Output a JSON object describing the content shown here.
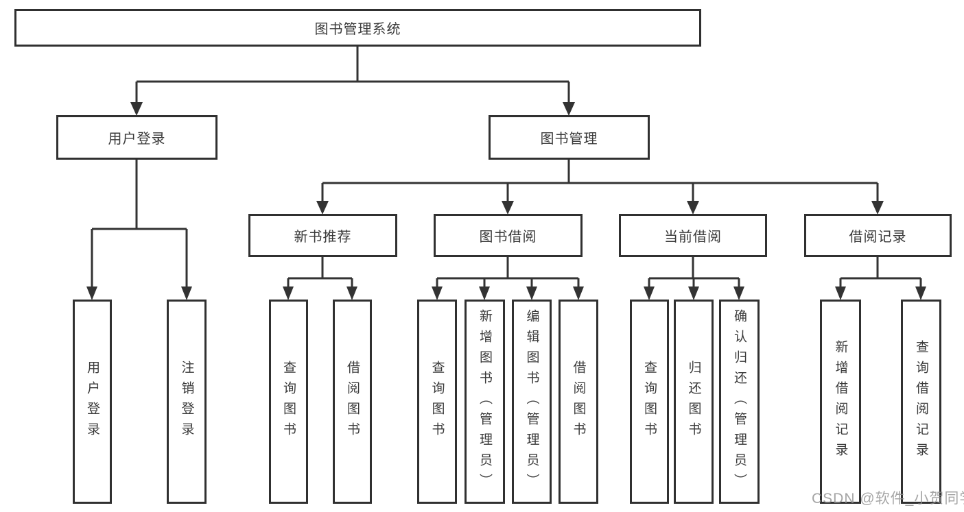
{
  "diagram": {
    "type": "tree",
    "root": {
      "label": "图书管理系统"
    },
    "level2": [
      {
        "id": "user-login-module",
        "label": "用户登录"
      },
      {
        "id": "book-management-module",
        "label": "图书管理"
      }
    ],
    "level3": [
      {
        "id": "new-book-recommend",
        "parent": "图书管理",
        "label": "新书推荐"
      },
      {
        "id": "book-borrowing",
        "parent": "图书管理",
        "label": "图书借阅"
      },
      {
        "id": "current-borrowing",
        "parent": "图书管理",
        "label": "当前借阅"
      },
      {
        "id": "borrowing-records",
        "parent": "图书管理",
        "label": "借阅记录"
      }
    ],
    "leaves": [
      {
        "parent": "用户登录",
        "label": "用户登录"
      },
      {
        "parent": "用户登录",
        "label": "注销登录"
      },
      {
        "parent": "新书推荐",
        "label": "查询图书"
      },
      {
        "parent": "新书推荐",
        "label": "借阅图书"
      },
      {
        "parent": "图书借阅",
        "label": "查询图书"
      },
      {
        "parent": "图书借阅",
        "label": "新增图书（管理员）"
      },
      {
        "parent": "图书借阅",
        "label": "编辑图书（管理员）"
      },
      {
        "parent": "图书借阅",
        "label": "借阅图书"
      },
      {
        "parent": "当前借阅",
        "label": "查询图书"
      },
      {
        "parent": "当前借阅",
        "label": "归还图书"
      },
      {
        "parent": "当前借阅",
        "label": "确认归还（管理员）"
      },
      {
        "parent": "借阅记录",
        "label": "新增借阅记录"
      },
      {
        "parent": "借阅记录",
        "label": "查询借阅记录"
      }
    ],
    "watermark": "CSDN @软件_小贺同学",
    "colors": {
      "line": "#333333",
      "box_border": "#303030",
      "box_fill": "#ffffff",
      "text": "#3a3a3a",
      "watermark": "#8f8f8f"
    }
  }
}
